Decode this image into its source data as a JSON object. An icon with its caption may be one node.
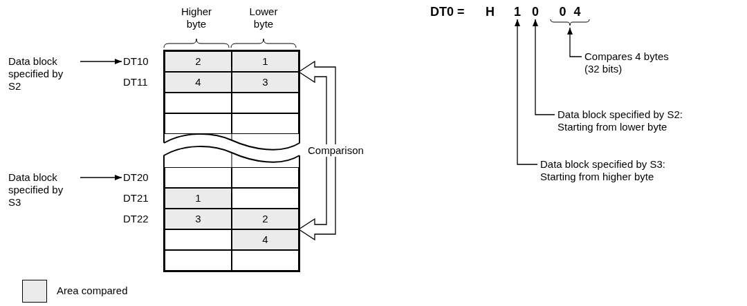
{
  "diagram": {
    "nodes": [
      {
        "text": [
          "Data block specified by S2"
        ]
      },
      {
        "text": [
          "DT10"
        ]
      },
      {
        "text": [],
        "shape": "box"
      },
      {
        "text": [
          "2"
        ],
        "in": 2
      },
      {
        "text": [
          "1"
        ],
        "in": 2
      },
      {
        "text": [
          "4"
        ],
        "in": 2
      },
      {
        "text": [
          "3"
        ],
        "in": 2
      },
      {
        "text": [],
        "shape": "box",
        "in": 2
      },
      {
        "text": [],
        "shape": "box",
        "in": 2
      },
      {
        "text": [],
        "shape": "box",
        "in": 2
      },
      {
        "text": [],
        "shape": "box",
        "in": 2
      },
      {
        "text": [],
        "shape": "box",
        "in": 2
      },
      {
        "text": [],
        "shape": "box",
        "in": 2
      },
      {
        "text": [
          "1"
        ],
        "in": 2
      },
      {
        "text": [],
        "shape": "box",
        "in": 2
      },
      {
        "text": [
          "3"
        ],
        "in": 2
      },
      {
        "text": [
          "2"
        ],
        "in": 2
      },
      {
        "text": [],
        "shape": "box",
        "in": 2
      },
      {
        "text": [
          "4"
        ],
        "in": 2
      },
      {
        "text": [],
        "shape": "box",
        "in": 2
      },
      {
        "text": [],
        "shape": "box",
        "in": 2
      },
      {
        "text": [
          "Data block specified by S3"
        ]
      },
      {
        "text": [
          "DT20"
        ]
      },
      {
        "text": [
          "1"
        ]
      },
      {
        "text": [
          "0"
        ]
      },
      {
        "text": [
          "0 4"
        ]
      },
      {
        "text": [
          "Compares 4 bytes (32 bits)"
        ]
      },
      {
        "text": [
          "Data block specified by S2: Starting from lower byte"
        ]
      },
      {
        "text": [
          "Data block specified by S3: Starting from higher byte"
        ]
      }
    ],
    "edges": [
      {
        "from": 0,
        "to": 1,
        "arrow": "to"
      },
      {
        "from": 21,
        "to": 22,
        "arrow": "to"
      },
      {
        "from": 4,
        "to": 16,
        "arrow": "both",
        "label": "Comparison"
      },
      {
        "from": 26,
        "to": 25,
        "arrow": "to"
      },
      {
        "from": 27,
        "to": 24,
        "arrow": "to"
      },
      {
        "from": 28,
        "to": 23,
        "arrow": "to"
      }
    ],
    "labels": [
      "Higher byte",
      "Lower byte",
      "DT0 =",
      "H",
      "DT11",
      "DT21",
      "DT22"
    ],
    "legend": [
      {
        "text": "Area compared",
        "color": "#ebebeb"
      }
    ]
  }
}
